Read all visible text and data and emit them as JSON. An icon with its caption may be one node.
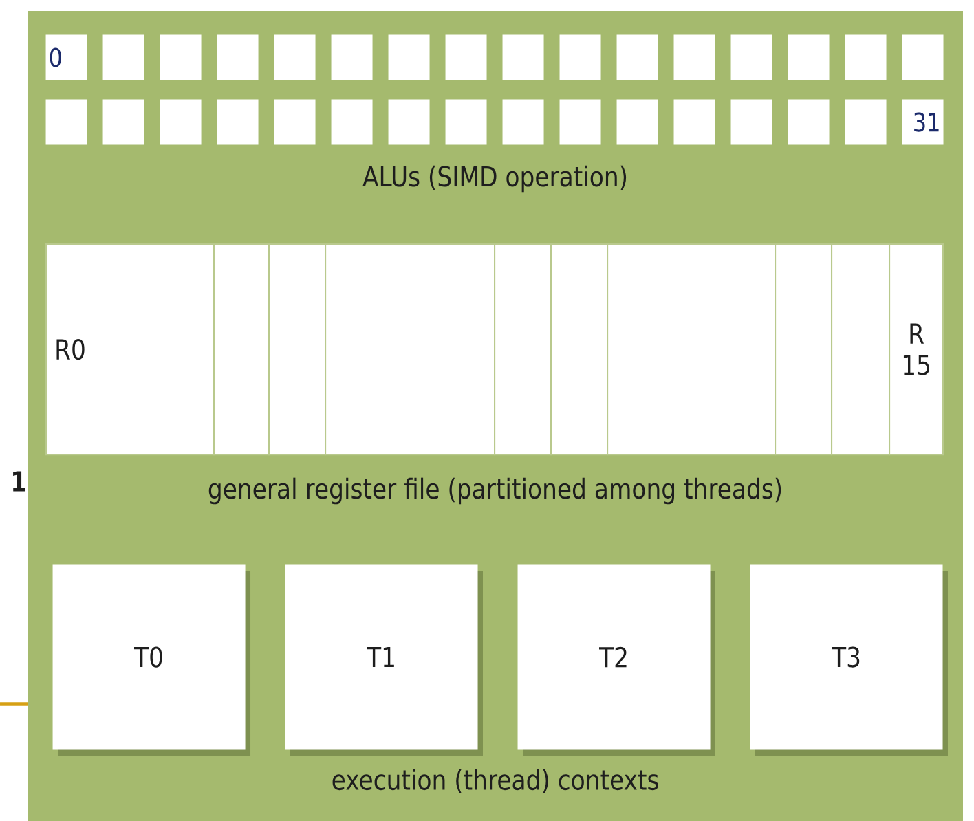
{
  "diagram": {
    "nodes": [
      {
        "text": [
          "0"
        ]
      },
      {
        "text": [],
        "shape": "box"
      },
      {
        "text": [],
        "shape": "box"
      },
      {
        "text": [],
        "shape": "box"
      },
      {
        "text": [],
        "shape": "box"
      },
      {
        "text": [],
        "shape": "box"
      },
      {
        "text": [],
        "shape": "box"
      },
      {
        "text": [],
        "shape": "box"
      },
      {
        "text": [],
        "shape": "box"
      },
      {
        "text": [],
        "shape": "box"
      },
      {
        "text": [],
        "shape": "box"
      },
      {
        "text": [],
        "shape": "box"
      },
      {
        "text": [],
        "shape": "box"
      },
      {
        "text": [],
        "shape": "box"
      },
      {
        "text": [],
        "shape": "box"
      },
      {
        "text": [],
        "shape": "box"
      },
      {
        "text": [],
        "shape": "box"
      },
      {
        "text": [],
        "shape": "box"
      },
      {
        "text": [],
        "shape": "box"
      },
      {
        "text": [],
        "shape": "box"
      },
      {
        "text": [],
        "shape": "box"
      },
      {
        "text": [],
        "shape": "box"
      },
      {
        "text": [],
        "shape": "box"
      },
      {
        "text": [],
        "shape": "box"
      },
      {
        "text": [],
        "shape": "box"
      },
      {
        "text": [],
        "shape": "box"
      },
      {
        "text": [],
        "shape": "box"
      },
      {
        "text": [],
        "shape": "box"
      },
      {
        "text": [],
        "shape": "box"
      },
      {
        "text": [],
        "shape": "box"
      },
      {
        "text": [],
        "shape": "box"
      },
      {
        "text": [
          "31"
        ]
      },
      {
        "text": [
          "R0"
        ]
      },
      {
        "text": [],
        "shape": "box"
      },
      {
        "text": [],
        "shape": "box"
      },
      {
        "text": [],
        "shape": "box"
      },
      {
        "text": [],
        "shape": "box"
      },
      {
        "text": [],
        "shape": "box"
      },
      {
        "text": [],
        "shape": "box"
      },
      {
        "text": [],
        "shape": "box"
      },
      {
        "text": [],
        "shape": "box"
      },
      {
        "text": [
          "R 15"
        ]
      },
      {
        "text": [
          "T0"
        ]
      },
      {
        "text": [
          "T1"
        ]
      },
      {
        "text": [
          "T2"
        ]
      },
      {
        "text": [
          "T3"
        ]
      }
    ],
    "edges": [],
    "labels": [
      "ALUs (SIMD operation)",
      "general register file (partitioned among threads)",
      "execution (thread) contexts",
      "1"
    ]
  }
}
